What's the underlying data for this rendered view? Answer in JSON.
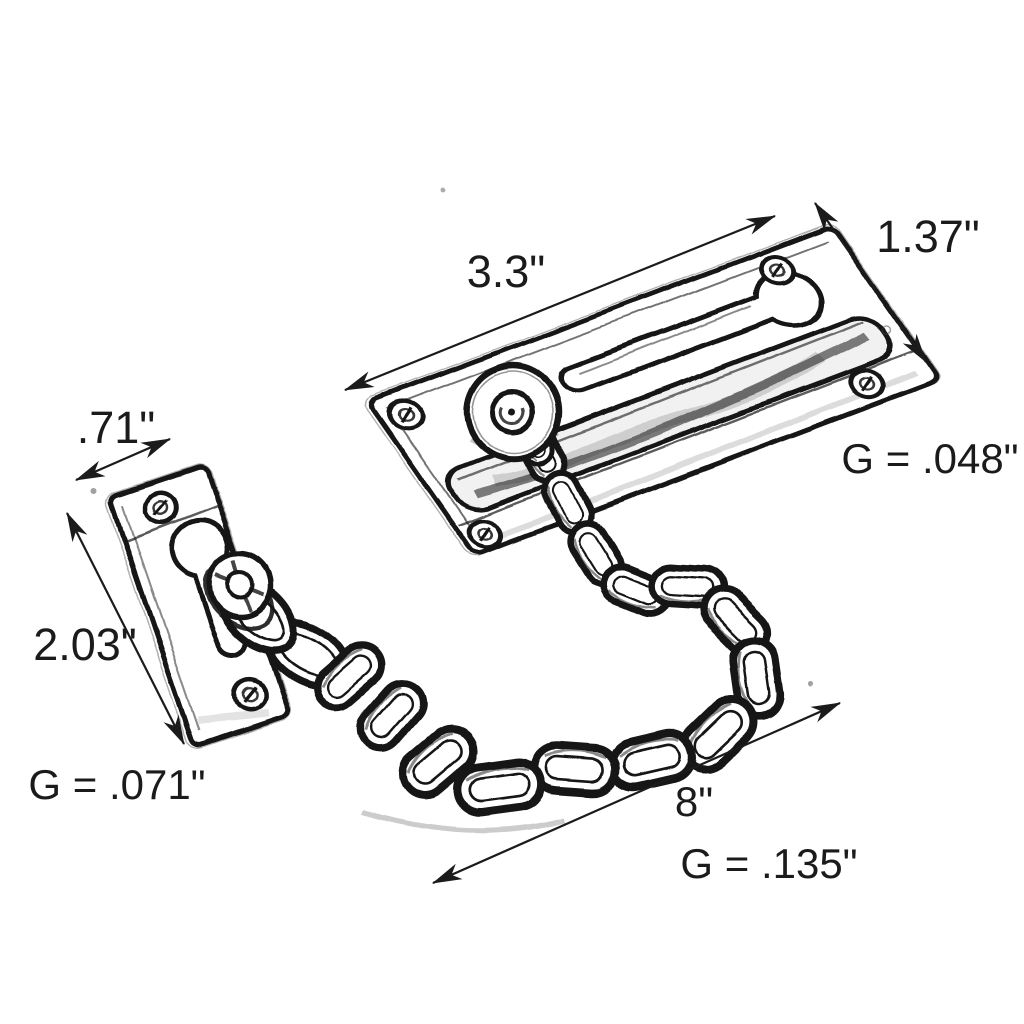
{
  "figure": {
    "subject": "Chain door guard security lock - dimensional line drawing",
    "style": "pencil sketch with CAD dimension annotations",
    "background": "#ffffff",
    "ink_color": "#161616",
    "dimension_ink_color": "#1b1b1b"
  },
  "annotations": {
    "track_length": "3.3\"",
    "track_width": "1.37\"",
    "track_gauge": "G = .048\"",
    "keeper_width": ".71\"",
    "keeper_height": "2.03\"",
    "keeper_gauge": "G = .071\"",
    "chain_length": "8\"",
    "chain_gauge": "G = .135\""
  }
}
